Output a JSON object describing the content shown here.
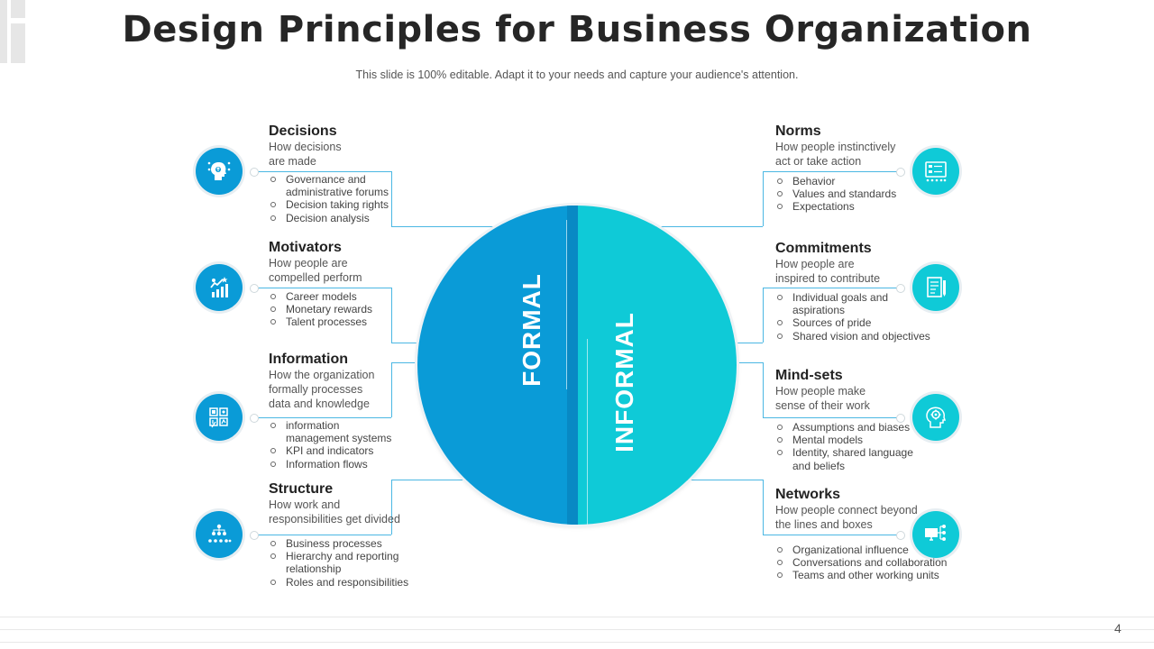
{
  "title": "Design Principles for Business Organization",
  "subtitle": "This slide is 100% editable. Adapt it to your needs and capture your audience's attention.",
  "circle": {
    "left_label": "FORMAL",
    "right_label": "INFORMAL",
    "colors": {
      "formal": "#0a9bd7",
      "informal": "#0fcad7"
    }
  },
  "left_blocks": [
    {
      "title": "Decisions",
      "desc": [
        "How decisions",
        "are made"
      ],
      "icon": "head-gear-icon",
      "bullets": [
        [
          "Governance and",
          "administrative forums"
        ],
        [
          "Decision taking rights"
        ],
        [
          "Decision analysis"
        ]
      ]
    },
    {
      "title": "Motivators",
      "desc": [
        "How people  are",
        "compelled perform"
      ],
      "icon": "growth-chart-icon",
      "bullets": [
        [
          "Career models"
        ],
        [
          "Monetary rewards"
        ],
        [
          "Talent processes"
        ]
      ]
    },
    {
      "title": "Information",
      "desc": [
        "How the organization",
        "formally processes",
        "data and knowledge"
      ],
      "icon": "data-grid-icon",
      "bullets": [
        [
          "information",
          "management systems"
        ],
        [
          "KPI and indicators"
        ],
        [
          "Information flows"
        ]
      ]
    },
    {
      "title": "Structure",
      "desc": [
        "How work and",
        "responsibilities get divided"
      ],
      "icon": "hierarchy-icon",
      "bullets": [
        [
          "Business processes"
        ],
        [
          "Hierarchy and reporting",
          "relationship"
        ],
        [
          "Roles and responsibilities"
        ]
      ]
    }
  ],
  "right_blocks": [
    {
      "title": "Norms",
      "desc": [
        "How people instinctively",
        "act or take action"
      ],
      "icon": "board-icon",
      "bullets": [
        [
          "Behavior"
        ],
        [
          "Values and standards"
        ],
        [
          "Expectations"
        ]
      ]
    },
    {
      "title": "Commitments",
      "desc": [
        "How people  are",
        "inspired to contribute"
      ],
      "icon": "document-pen-icon",
      "bullets": [
        [
          "Individual goals and",
          "aspirations"
        ],
        [
          "Sources of pride"
        ],
        [
          "Shared vision and objectives"
        ]
      ]
    },
    {
      "title": "Mind-sets",
      "desc": [
        "How people  make",
        "sense of their work"
      ],
      "icon": "mind-gear-icon",
      "bullets": [
        [
          "Assumptions and biases"
        ],
        [
          "Mental models"
        ],
        [
          "Identity, shared language",
          "and beliefs"
        ]
      ]
    },
    {
      "title": "Networks",
      "desc": [
        "How people  connect beyond",
        "the lines and boxes"
      ],
      "icon": "network-computer-icon",
      "bullets": [
        [
          "Organizational influence"
        ],
        [
          "Conversations and collaboration"
        ],
        [
          "Teams and other working units"
        ]
      ]
    }
  ],
  "page_number": "4"
}
